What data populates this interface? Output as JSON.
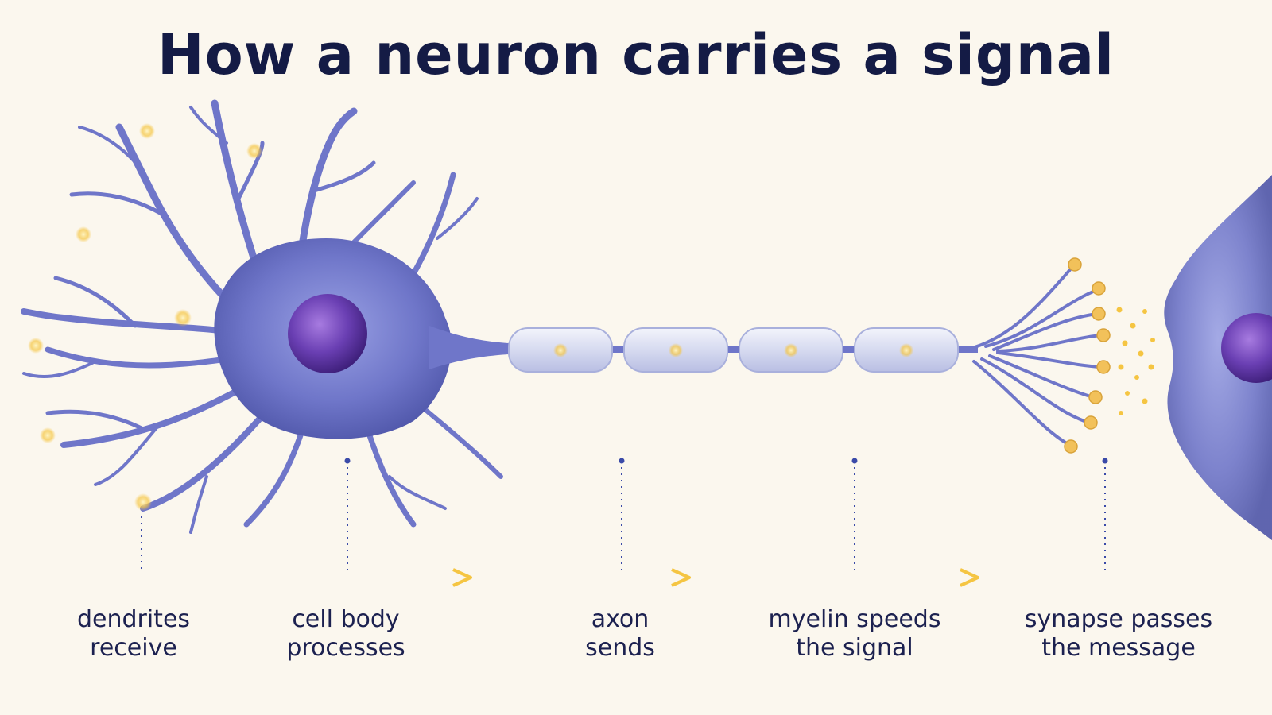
{
  "title": "How a neuron carries a signal",
  "colors": {
    "background": "#fbf7ee",
    "neuron": "#6f76c9",
    "nucleus": "#6a3fb3",
    "signal": "#f5c542",
    "text": "#1c2150"
  },
  "stages": [
    {
      "id": "dendrites",
      "line1": "dendrites",
      "line2": "receive"
    },
    {
      "id": "cell-body",
      "line1": "cell body",
      "line2": "processes"
    },
    {
      "id": "axon",
      "line1": "axon",
      "line2": "sends"
    },
    {
      "id": "myelin",
      "line1": "myelin speeds",
      "line2": "the signal"
    },
    {
      "id": "synapse",
      "line1": "synapse passes",
      "line2": "the message"
    }
  ]
}
